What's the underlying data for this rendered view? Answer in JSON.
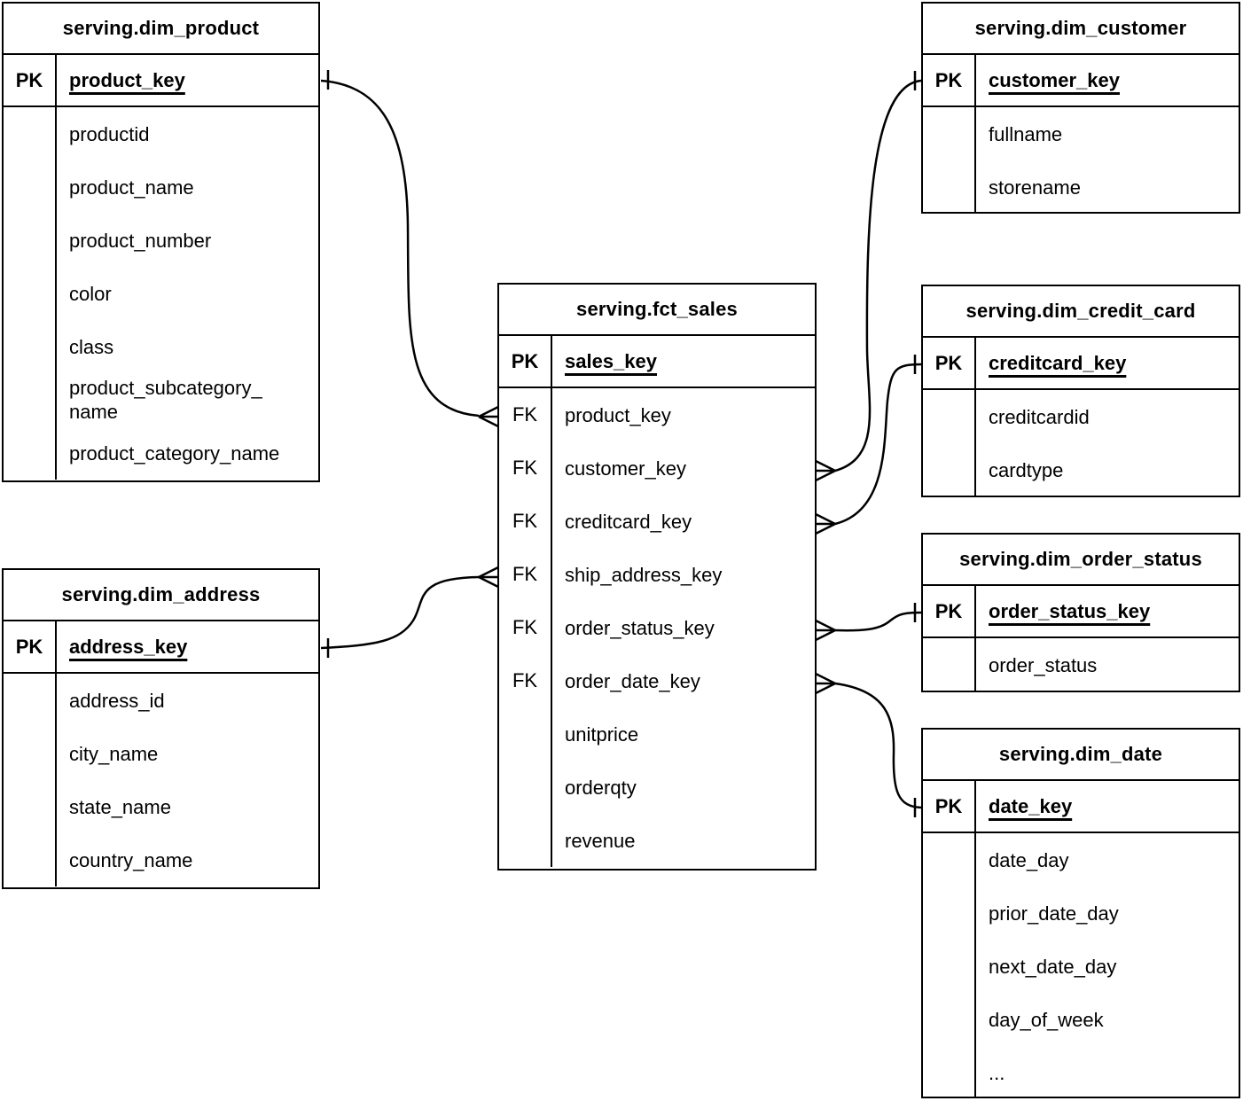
{
  "colors": {
    "line": "#000000",
    "background": "#ffffff",
    "text": "#000000"
  },
  "tables": {
    "dim_product": {
      "title": "serving.dim_product",
      "pk": {
        "label": "PK",
        "field": "product_key"
      },
      "rows": [
        {
          "label": "",
          "name": "productid"
        },
        {
          "label": "",
          "name": "product_name"
        },
        {
          "label": "",
          "name": "product_number"
        },
        {
          "label": "",
          "name": "color"
        },
        {
          "label": "",
          "name": "class"
        },
        {
          "label": "",
          "name": "product_subcategory_\nname"
        },
        {
          "label": "",
          "name": "product_category_name"
        }
      ]
    },
    "dim_address": {
      "title": "serving.dim_address",
      "pk": {
        "label": "PK",
        "field": "address_key"
      },
      "rows": [
        {
          "label": "",
          "name": "address_id"
        },
        {
          "label": "",
          "name": "city_name"
        },
        {
          "label": "",
          "name": "state_name"
        },
        {
          "label": "",
          "name": "country_name"
        }
      ]
    },
    "fct_sales": {
      "title": "serving.fct_sales",
      "pk": {
        "label": "PK",
        "field": "sales_key"
      },
      "rows": [
        {
          "label": "FK",
          "name": "product_key"
        },
        {
          "label": "FK",
          "name": "customer_key"
        },
        {
          "label": "FK",
          "name": "creditcard_key"
        },
        {
          "label": "FK",
          "name": "ship_address_key"
        },
        {
          "label": "FK",
          "name": "order_status_key"
        },
        {
          "label": "FK",
          "name": "order_date_key"
        },
        {
          "label": "",
          "name": "unitprice"
        },
        {
          "label": "",
          "name": "orderqty"
        },
        {
          "label": "",
          "name": "revenue"
        }
      ]
    },
    "dim_customer": {
      "title": "serving.dim_customer",
      "pk": {
        "label": "PK",
        "field": "customer_key"
      },
      "rows": [
        {
          "label": "",
          "name": "fullname"
        },
        {
          "label": "",
          "name": "storename"
        }
      ]
    },
    "dim_credit_card": {
      "title": "serving.dim_credit_card",
      "pk": {
        "label": "PK",
        "field": "creditcard_key"
      },
      "rows": [
        {
          "label": "",
          "name": "creditcardid"
        },
        {
          "label": "",
          "name": "cardtype"
        }
      ]
    },
    "dim_order_status": {
      "title": "serving.dim_order_status",
      "pk": {
        "label": "PK",
        "field": "order_status_key"
      },
      "rows": [
        {
          "label": "",
          "name": "order_status"
        }
      ]
    },
    "dim_date": {
      "title": "serving.dim_date",
      "pk": {
        "label": "PK",
        "field": "date_key"
      },
      "rows": [
        {
          "label": "",
          "name": "date_day"
        },
        {
          "label": "",
          "name": "prior_date_day"
        },
        {
          "label": "",
          "name": "next_date_day"
        },
        {
          "label": "",
          "name": "day_of_week"
        },
        {
          "label": "",
          "name": "..."
        }
      ]
    }
  },
  "relationships": [
    {
      "many_end": "serving.fct_sales.product_key",
      "one_end": "serving.dim_product.product_key",
      "many_symbol": "crow-foot",
      "one_symbol": "one-tick"
    },
    {
      "many_end": "serving.fct_sales.ship_address_key",
      "one_end": "serving.dim_address.address_key",
      "many_symbol": "crow-foot",
      "one_symbol": "one-tick"
    },
    {
      "many_end": "serving.fct_sales.customer_key",
      "one_end": "serving.dim_customer.customer_key",
      "many_symbol": "crow-foot",
      "one_symbol": "one-tick"
    },
    {
      "many_end": "serving.fct_sales.creditcard_key",
      "one_end": "serving.dim_credit_card.creditcard_key",
      "many_symbol": "crow-foot",
      "one_symbol": "one-tick"
    },
    {
      "many_end": "serving.fct_sales.order_status_key",
      "one_end": "serving.dim_order_status.order_status_key",
      "many_symbol": "crow-foot",
      "one_symbol": "one-tick"
    },
    {
      "many_end": "serving.fct_sales.order_date_key",
      "one_end": "serving.dim_date.date_key",
      "many_symbol": "crow-foot",
      "one_symbol": "one-tick"
    }
  ]
}
